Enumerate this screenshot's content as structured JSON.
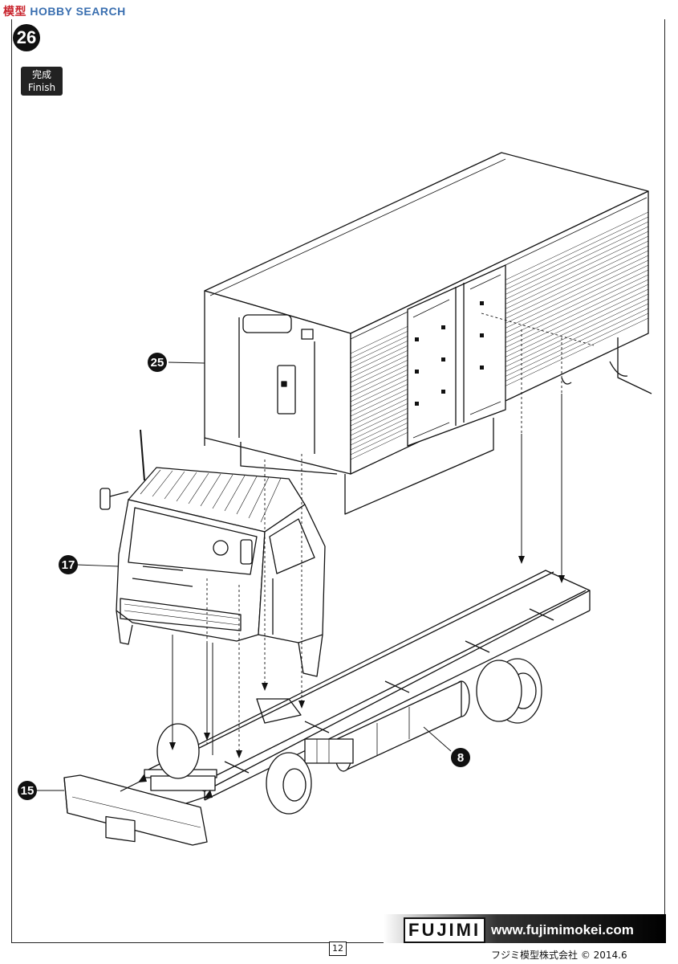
{
  "watermark": {
    "cn": "模型",
    "en": "HOBBY SEARCH"
  },
  "step": {
    "number": "26",
    "tag_line1": "完成",
    "tag_line2": "Finish"
  },
  "callouts": {
    "c25": "25",
    "c17": "17",
    "c15": "15",
    "c8": "8"
  },
  "footer": {
    "logo": "FUJIMI",
    "url": "www.fujimimokei.com",
    "page": "12",
    "copyright": "フジミ模型株式会社 © 2014.6"
  },
  "colors": {
    "ink": "#111111",
    "footer_gradient_end": "#000000"
  }
}
